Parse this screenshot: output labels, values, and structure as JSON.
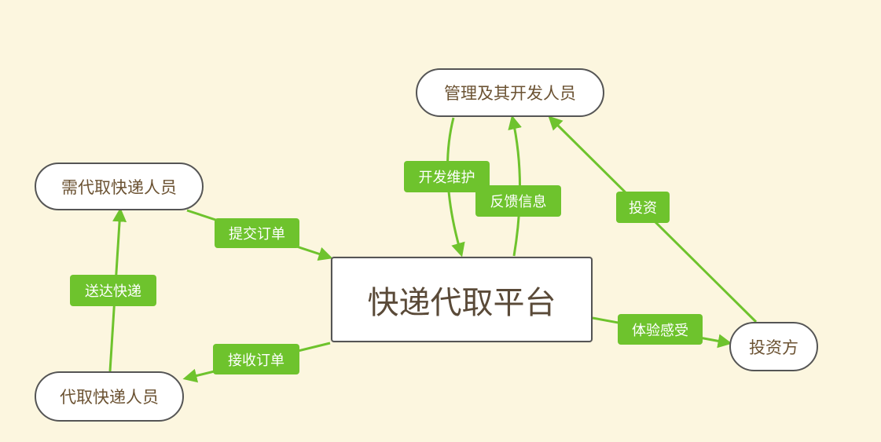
{
  "diagram": {
    "colors": {
      "background": "#fcf6df",
      "edge": "#6ec32d",
      "label_bg": "#6ec32d",
      "node_border": "#555555",
      "node_text": "#6b5232"
    },
    "nodes": {
      "platform": "快递代取平台",
      "requester": "需代取快递人员",
      "courier": "代取快递人员",
      "admin": "管理及其开发人员",
      "investor": "投资方"
    },
    "edge_labels": {
      "submit_order": "提交订单",
      "receive_order": "接收订单",
      "deliver": "送达快递",
      "maintain": "开发维护",
      "feedback": "反馈信息",
      "invest": "投资",
      "experience": "体验感受"
    }
  }
}
